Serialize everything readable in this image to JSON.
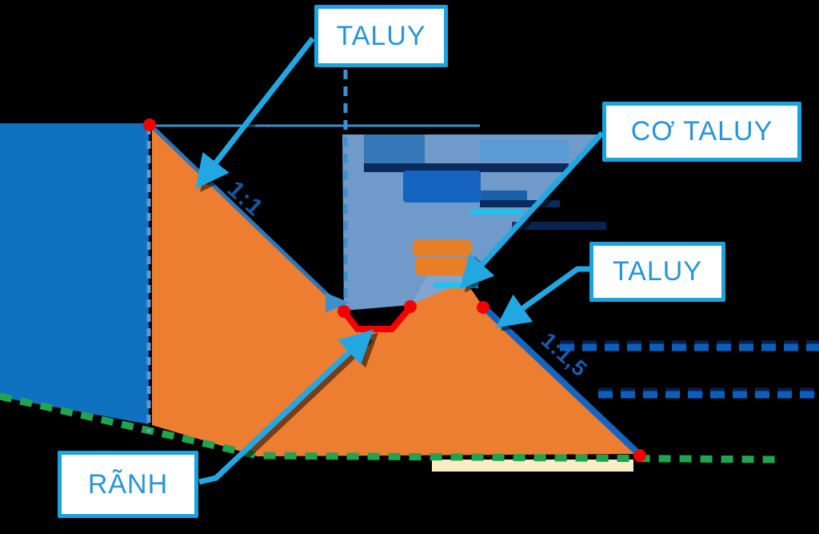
{
  "diagram": {
    "callouts": {
      "taluy_top": "TALUY",
      "co_taluy": "CƠ TALUY",
      "taluy_right": "TALUY",
      "ranh": "RÃNH"
    },
    "slope_annotations": {
      "cut_slope_ratio": "1:1",
      "fill_slope_ratio": "1:1,5"
    },
    "colors": {
      "background": "#000000",
      "cut_block_blue": "#0E72C0",
      "embankment_orange": "#ED7D31",
      "callout_border_cyan": "#1CA3DD",
      "callout_text_blue": "#2795D9",
      "ground_line_green": "#21A450",
      "ditch_red": "#F40000",
      "highlight_overlay": "#7AA7DB",
      "dimension_blue": "#3E8FD0",
      "reference_dash_blue": "#0B5FBB",
      "ground_strip_cream": "#F8EFC6"
    }
  }
}
